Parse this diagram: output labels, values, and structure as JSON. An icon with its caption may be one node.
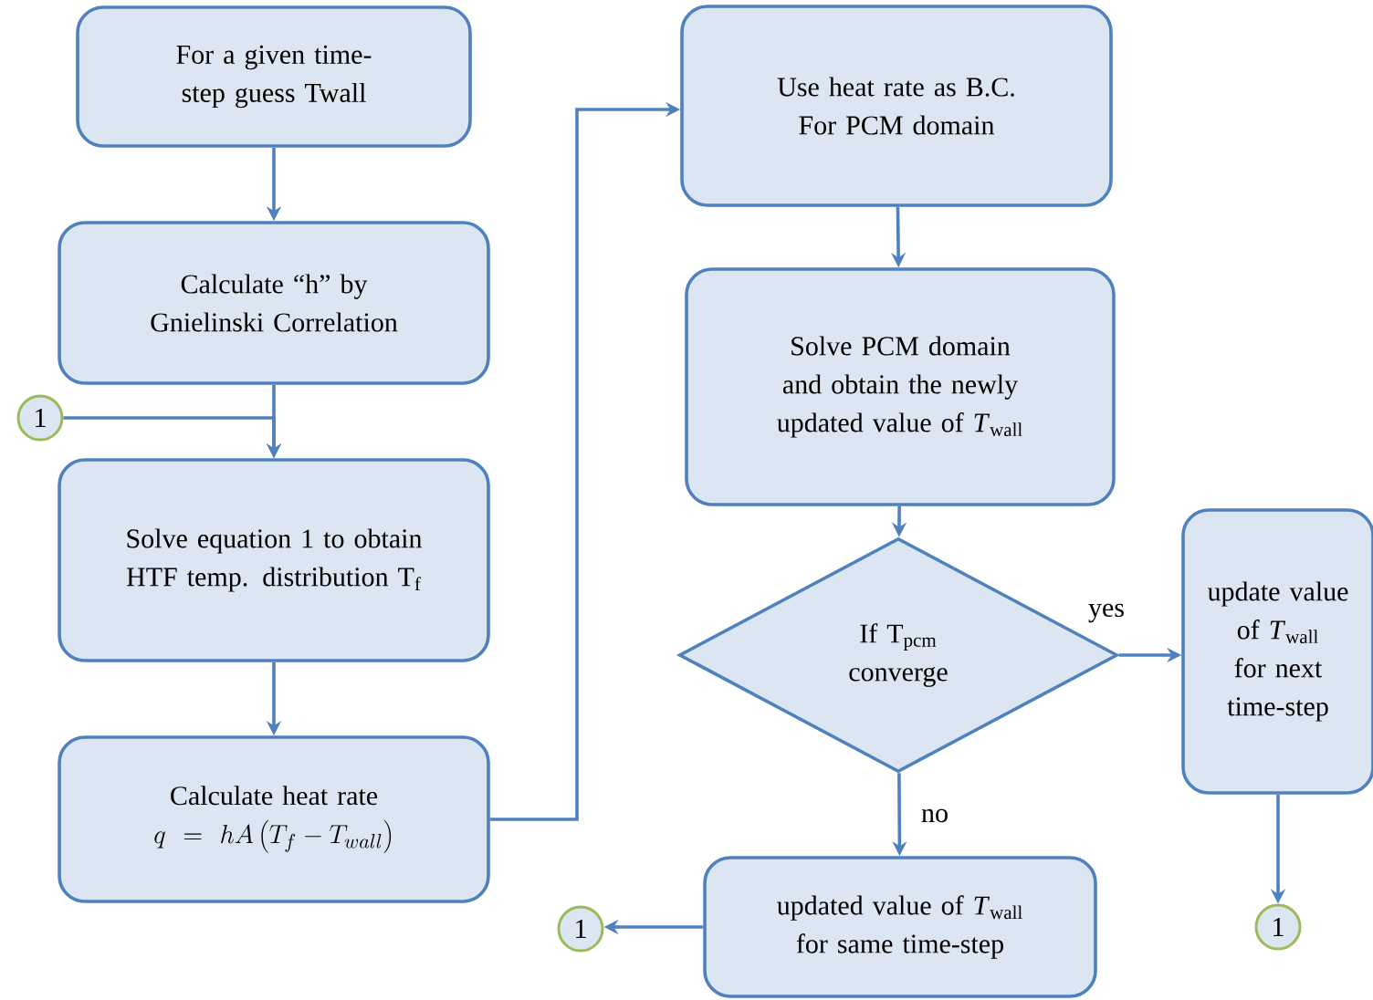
{
  "diagram": {
    "nodes": [
      {
        "text": [
          "For a given time-step guess Twall"
        ]
      },
      {
        "text": [
          "Calculate “h” by Gnielinski Correlation"
        ]
      },
      {
        "text": [
          "1"
        ]
      },
      {
        "text": [
          "Solve equation 1 to obtain HTF temp. distribution T$_{f}$"
        ]
      },
      {
        "text": [
          "Calculate heat rate",
          "q = hA\\left(T_f - T_{wall}\\right)"
        ]
      },
      {
        "text": [
          "Use heat rate as B.C. For PCM domain"
        ]
      },
      {
        "text": [
          "Solve PCM domain and obtain the newly updated value of *T*$_{wall}$"
        ]
      },
      {
        "text": [
          "If T$_{pcm}$ converge"
        ]
      },
      {
        "text": [
          "update value of *T*$_{wall}$ for next time-step"
        ]
      },
      {
        "text": [
          "updated value of *T*$_{wall}$ for same time-step"
        ]
      },
      {
        "text": [
          "1"
        ]
      },
      {
        "text": [
          "1"
        ]
      }
    ],
    "edges": [
      {
        "from": 0,
        "to": 1,
        "arrow": "to"
      },
      {
        "from": 1,
        "to": 3,
        "arrow": "to"
      },
      {
        "from": 2,
        "to": 3,
        "arrow": "to"
      },
      {
        "from": 3,
        "to": 4,
        "arrow": "to"
      },
      {
        "from": 4,
        "to": 5,
        "arrow": "to"
      },
      {
        "from": 5,
        "to": 6,
        "arrow": "to"
      },
      {
        "from": 6,
        "to": 7,
        "arrow": "to"
      },
      {
        "from": 7,
        "to": 8,
        "arrow": "to",
        "label": "yes"
      },
      {
        "from": 7,
        "to": 9,
        "arrow": "to",
        "label": "no"
      },
      {
        "from": 9,
        "to": 10,
        "arrow": "to"
      },
      {
        "from": 8,
        "to": 11,
        "arrow": "to"
      }
    ]
  }
}
